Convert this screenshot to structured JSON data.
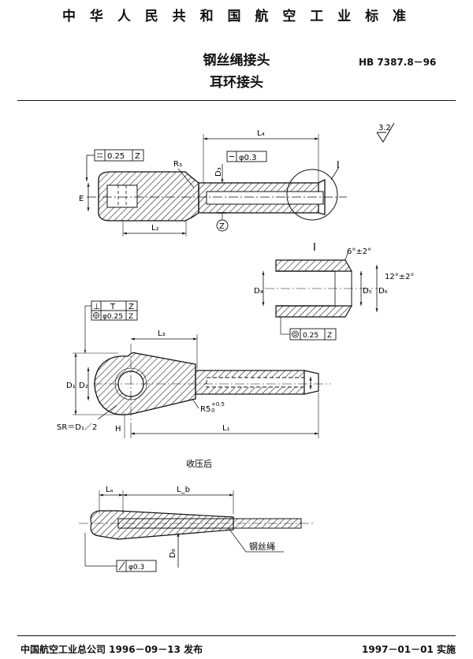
{
  "header": {
    "standard_org": "中 华 人 民 共 和 国 航 空 工 业 标 准",
    "title_line1": "钢丝绳接头",
    "title_line2": "耳环接头",
    "code": "HB 7387.8－96"
  },
  "drawing": {
    "surface_finish": "3.2",
    "main_view": {
      "tol_flat": "0.25",
      "tol_flat_datum": "Z",
      "dim_L4": "L₄",
      "dim_D3": "D₃",
      "tol_straight": "φ0.3",
      "dim_Rc": "R₃",
      "dim_E": "E",
      "dim_L2": "L₂",
      "datum_Z": "Z",
      "detail_ref": "I"
    },
    "detail_view": {
      "label": "I",
      "angle_top": "6°±2°",
      "angle_side": "12°±2°",
      "dim_D4": "D₄",
      "dim_D5": "D₅",
      "dim_D6": "D₆",
      "tol_coax": "0.25",
      "tol_coax_datum": "Z"
    },
    "side_view": {
      "tol_perp_symbol": "⊥",
      "tol_perp_value": "T",
      "tol_perp_datum": "Z",
      "tol_pos_value": "φ0.25",
      "tol_pos_datum": "Z",
      "dim_L3": "L₃",
      "dim_D1": "D₁",
      "dim_D2": "D₂",
      "radius_label": "R5",
      "radius_tol_upper": "+0.5",
      "radius_tol_lower": "0",
      "sphere_label": "SR＝D₁／2",
      "dim_H": "H",
      "dim_L1": "L₁"
    },
    "crimped_view": {
      "caption": "收压后",
      "dim_La": "Lₐ",
      "dim_Lb": "L_b",
      "dim_D8": "D₈",
      "tol_straight": "φ0.3",
      "wire_label": "钢丝绳"
    }
  },
  "footer": {
    "issuer": "中国航空工业总公司 1996－09－13 发布",
    "implement": "1997－01－01 实施"
  }
}
